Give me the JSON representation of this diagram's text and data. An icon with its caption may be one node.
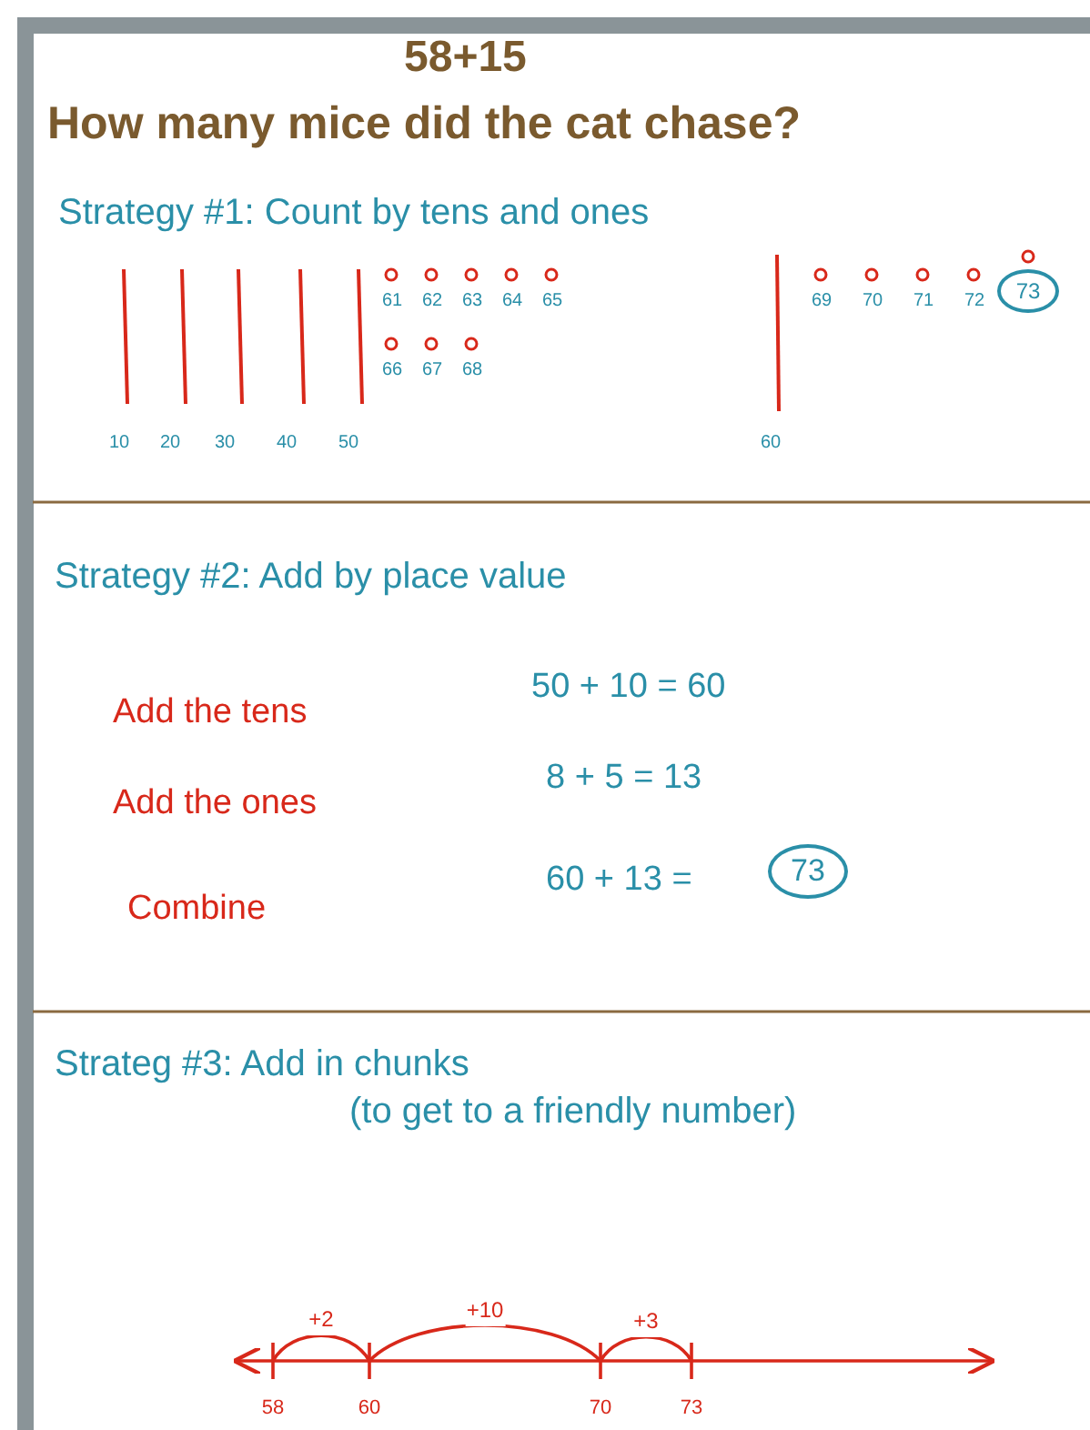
{
  "diagram": {
    "title": "How many mice did the cat chase?",
    "nodes": [
      {
        "text": [
          "73"
        ]
      },
      {
        "text": [
          "73"
        ]
      },
      {
        "text": [
          "58"
        ]
      },
      {
        "text": [
          "60"
        ]
      },
      {
        "text": [
          "70"
        ]
      },
      {
        "text": [
          "73"
        ]
      }
    ],
    "edges": [
      {
        "from": 2,
        "to": 3,
        "arrow": "none",
        "label": "+2"
      },
      {
        "from": 3,
        "to": 4,
        "arrow": "none",
        "label": "+10"
      },
      {
        "from": 4,
        "to": 5,
        "arrow": "none",
        "label": "+3"
      }
    ],
    "labels": [
      "58+15",
      "Strategy #1: Count by tens and ones",
      "61",
      "62",
      "63",
      "64",
      "65",
      "69",
      "70",
      "71",
      "72",
      "66",
      "67",
      "68",
      "10",
      "20",
      "30",
      "40",
      "50",
      "60",
      "Strategy #2: Add by place value",
      "Add the tens",
      "50 + 10 = 60",
      "Add the ones",
      "8 + 5 = 13",
      "Combine",
      "60 + 13 =",
      "Strateg #3: Add in chunks",
      "(to get to a friendly number)"
    ]
  }
}
